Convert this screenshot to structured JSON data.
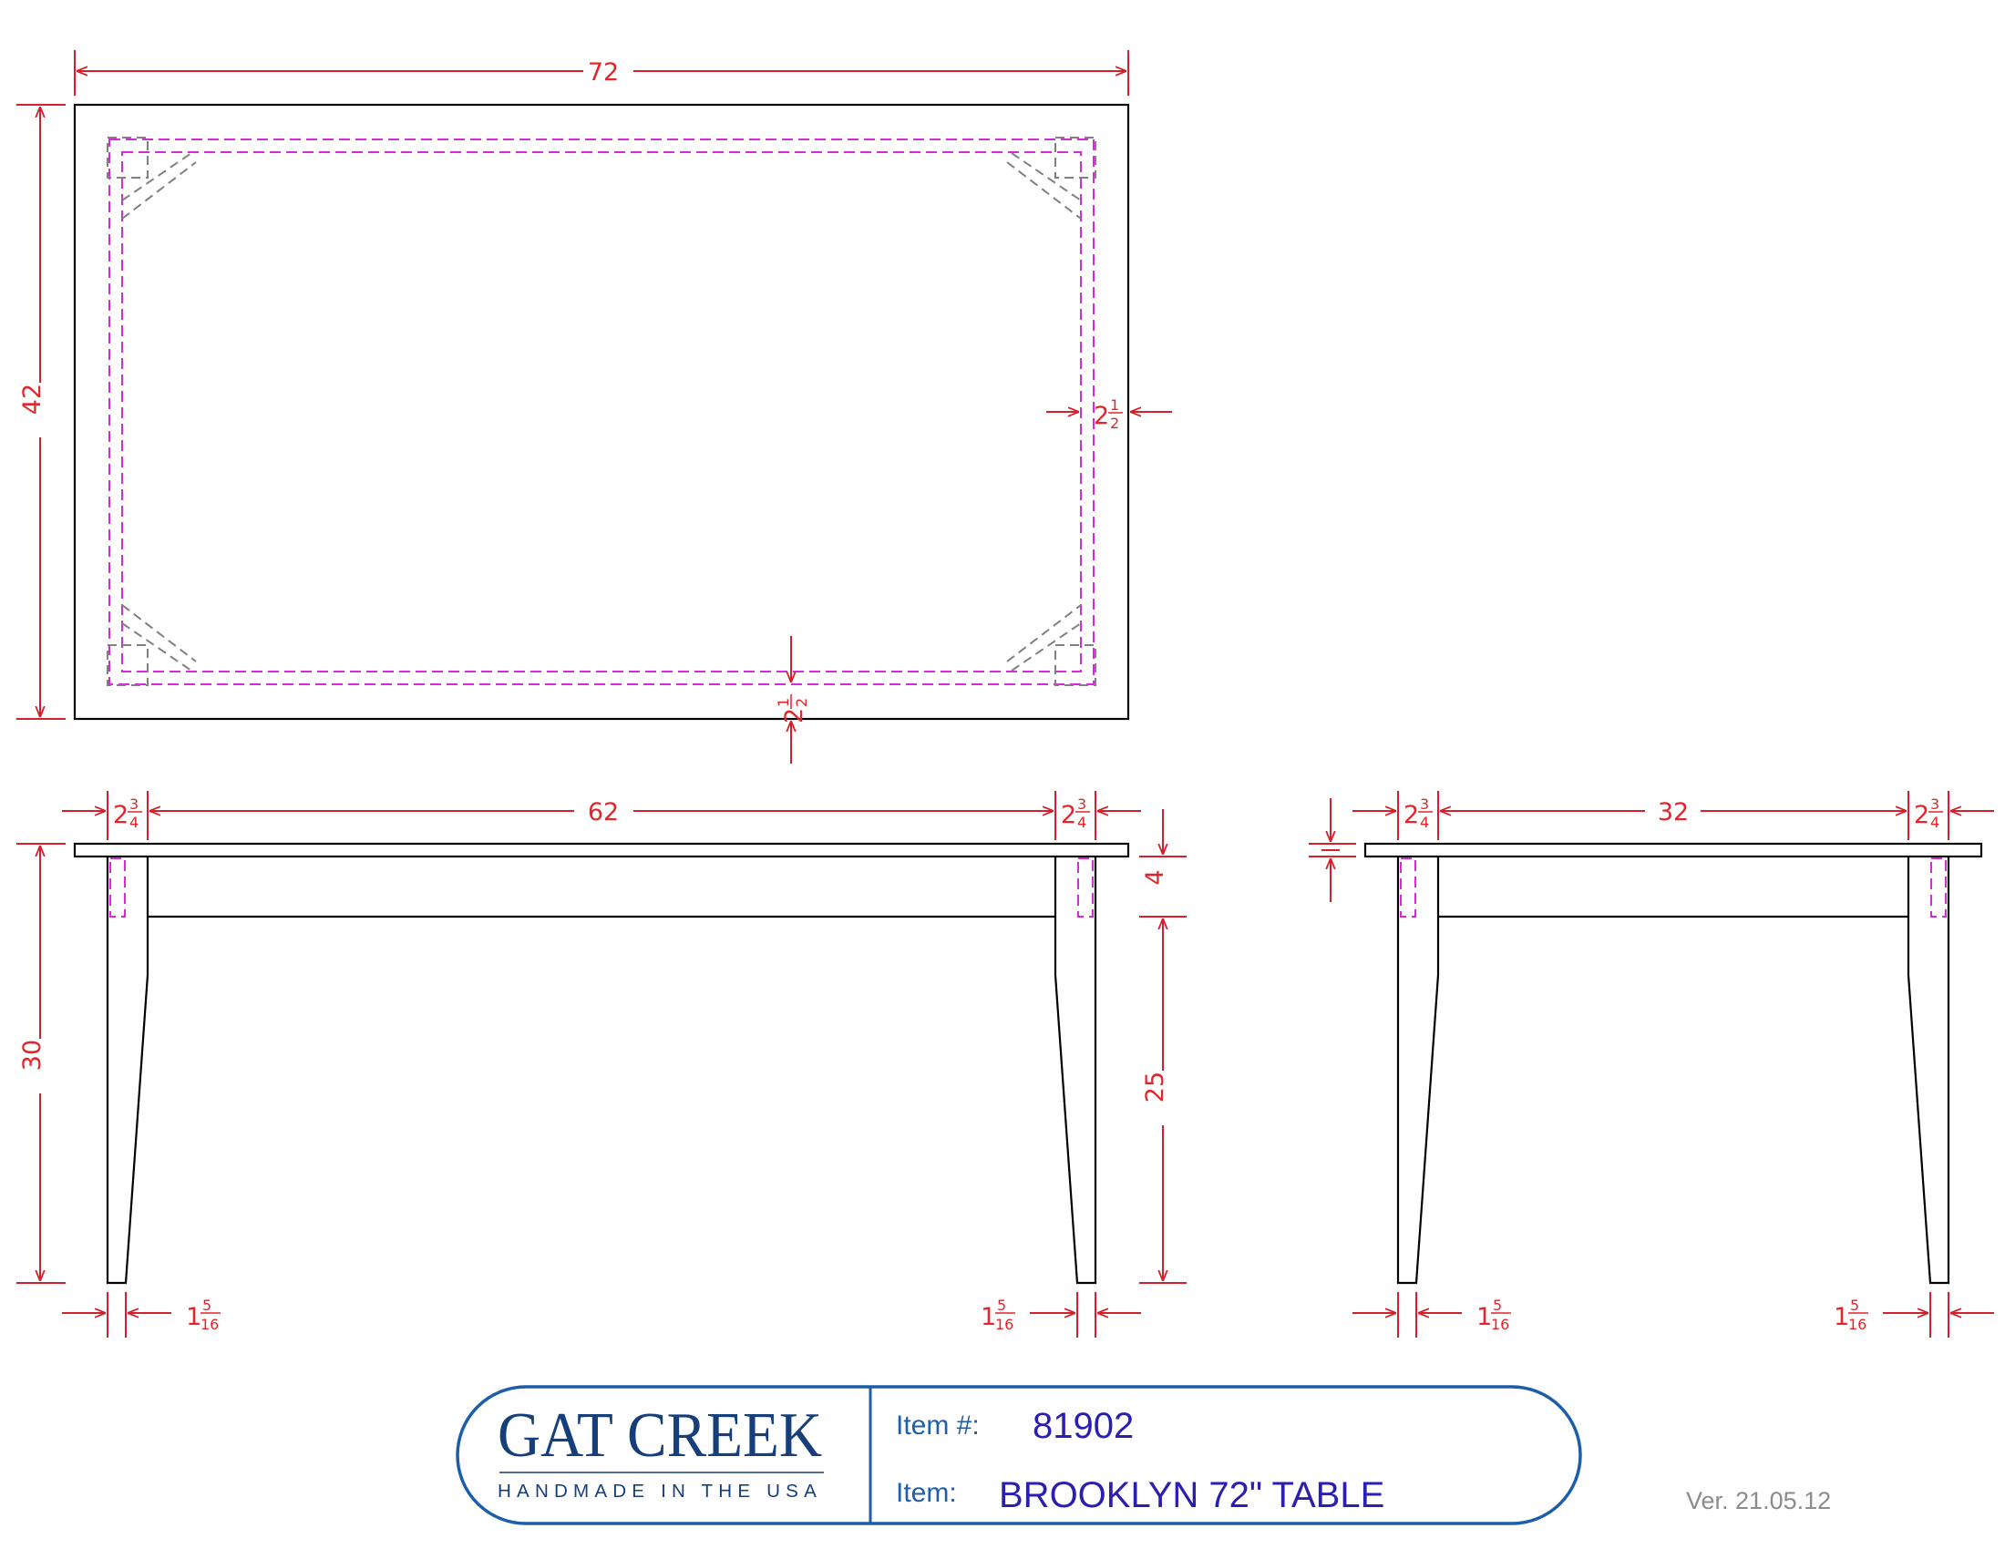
{
  "drawing": {
    "top_view": {
      "length": "72",
      "width": "42",
      "apron_inset_side": "2",
      "apron_inset_side_frac_num": "1",
      "apron_inset_side_frac_den": "2",
      "apron_inset_front": "2",
      "apron_inset_front_frac_num": "1",
      "apron_inset_front_frac_den": "2"
    },
    "front_view": {
      "overhang_left": "2",
      "overhang_left_num": "3",
      "overhang_left_den": "4",
      "between_legs": "62",
      "overhang_right": "2",
      "overhang_right_num": "3",
      "overhang_right_den": "4",
      "height": "30",
      "apron_height": "4",
      "leg_clear": "25",
      "leg_foot_left": "1",
      "leg_foot_left_num": "5",
      "leg_foot_left_den": "16",
      "leg_foot_right": "1",
      "leg_foot_right_num": "5",
      "leg_foot_right_den": "16"
    },
    "side_view": {
      "overhang_left": "2",
      "overhang_left_num": "3",
      "overhang_left_den": "4",
      "between_legs": "32",
      "overhang_right": "2",
      "overhang_right_num": "3",
      "overhang_right_den": "4",
      "leg_foot_left": "1",
      "leg_foot_left_num": "5",
      "leg_foot_left_den": "16",
      "leg_foot_right": "1",
      "leg_foot_right_num": "5",
      "leg_foot_right_den": "16"
    }
  },
  "title_block": {
    "brand": "GAT CREEK",
    "tagline": "HANDMADE IN THE USA",
    "item_number_label": "Item #:",
    "item_number": "81902",
    "item_label": "Item:",
    "item_name": "BROOKLYN 72\" TABLE"
  },
  "version": "Ver. 21.05.12",
  "colors": {
    "dimension": "#e0262b",
    "hidden_line": "#d42ad8",
    "brand_blue": "#163f7a",
    "item_text": "#2a1fb0"
  }
}
